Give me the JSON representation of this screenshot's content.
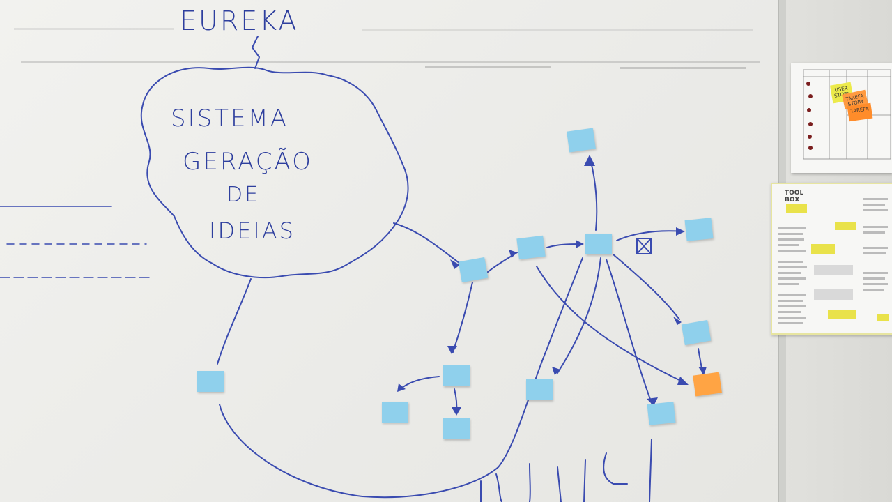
{
  "board": {
    "title": "EUREKA",
    "cloud_lines": [
      "SISTEMA",
      "GERAÇÃO",
      "DE",
      "IDEIAS"
    ],
    "ink_color": "#2e3f9e",
    "note_color": "#8fd0ec",
    "highlight_note_color": "#ffa444"
  },
  "kanban_sheet": {
    "tag_user_story": "USER STORY",
    "tag_tarefa": "TAREFA",
    "tag_tarefa_story": "TAREFA STORY"
  },
  "toolbox_sheet": {
    "logo": "TOOL BOX"
  }
}
